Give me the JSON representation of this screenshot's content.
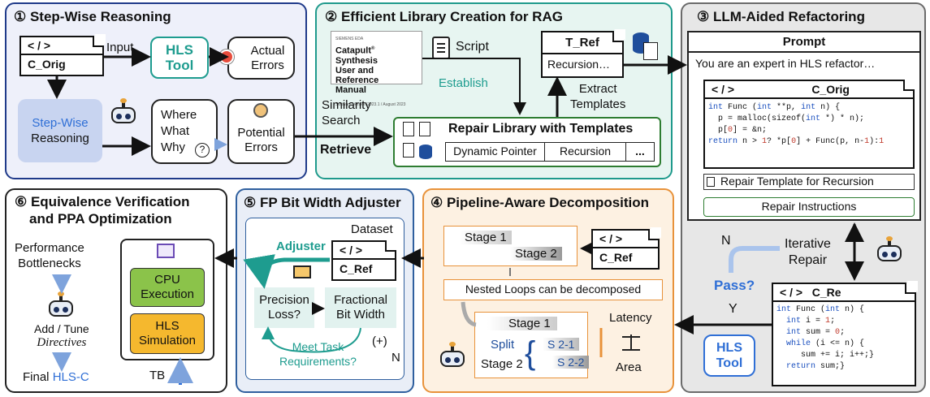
{
  "p1": {
    "title": "① Step-Wise Reasoning",
    "doc_hd": "< / >",
    "doc_bd": "C_Orig",
    "input": "Input",
    "hls_l1": "HLS",
    "hls_l2": "Tool",
    "actual_l1": "Actual",
    "actual_l2": "Errors",
    "sw_l1": "Step-Wise",
    "sw_l2": "Reasoning",
    "www_1": "Where",
    "www_2": "What",
    "www_3": "Why",
    "pot_l1": "Potential",
    "pot_l2": "Errors"
  },
  "p2": {
    "title": "② Efficient Library Creation for RAG",
    "manual_small": "SIEMENS EDA",
    "manual_1": "Catapult",
    "manual_sup": "®",
    "manual_1b": " Synthesis",
    "manual_2": "User and Reference",
    "manual_3": "Manual",
    "manual_foot": "Software Version 2023.1 / August 2023",
    "script": "Script",
    "establish": "Establish",
    "tref": "T_Ref",
    "tref_body": "Recursion…",
    "extract_1": "Extract",
    "extract_2": "Templates",
    "sim_1": "Similarity",
    "sim_2": "Search",
    "retrieve": "Retrieve",
    "lib_title": "Repair Library with Templates",
    "cells": [
      "Dynamic Pointer",
      "Recursion",
      "..."
    ]
  },
  "p3": {
    "title": "③ LLM-Aided Refactoring",
    "prompt": "Prompt",
    "prompt_text": "You are an expert in HLS refactor…",
    "doc_hd": "< / >",
    "doc_name": "C_Orig",
    "repair_tpl": "Repair Template for Recursion",
    "repair_instr": "Repair Instructions",
    "n": "N",
    "iter_1": "Iterative",
    "iter_2": "Repair",
    "pass": "Pass?",
    "y": "Y",
    "hls_l1": "HLS",
    "hls_l2": "Tool",
    "cre_hd": "< / >",
    "cre_name": "C_Re"
  },
  "p4": {
    "title": "④ Pipeline-Aware Decomposition",
    "stage1": "Stage 1",
    "stage2": "Stage 2",
    "doc_hd": "< / >",
    "doc_bd": "C_Ref",
    "nested": "Nested Loops can be decomposed",
    "stage1b": "Stage 1",
    "split": "Split",
    "stage2b": "Stage 2",
    "s21": "S 2-1",
    "s22": "S 2-2",
    "latency": "Latency",
    "area": "Area"
  },
  "p5": {
    "title": "⑤ FP Bit Width Adjuster",
    "dataset": "Dataset",
    "doc_hd": "< / >",
    "doc_bd": "C_Ref",
    "adjuster": "Adjuster",
    "prec_1": "Precision",
    "prec_2": "Loss?",
    "frac_1": "Fractional",
    "frac_2": "Bit Width",
    "plus": "(+)",
    "meet_1": "Meet Task",
    "meet_2": "Requirements?",
    "n": "N"
  },
  "p6": {
    "title_1": "⑥ Equivalence Verification",
    "title_2": "and PPA Optimization",
    "perf_1": "Performance",
    "perf_2": "Bottlenecks",
    "add": "Add / Tune",
    "directives": "Directives",
    "final": "Final ",
    "final_hl": "HLS-C",
    "cpu_1": "CPU",
    "cpu_2": "Execution",
    "hlss_1": "HLS",
    "hlss_2": "Simulation",
    "tb": "TB"
  },
  "colors": {
    "p1": "#1f3a8a",
    "p2": "#1f9a8c",
    "p3": "#6b6b6b",
    "p4": "#e8923a",
    "p5": "#2f5f9e",
    "p6": "#222222",
    "teal": "#1e9c8f",
    "blue": "#2f6fd6"
  }
}
